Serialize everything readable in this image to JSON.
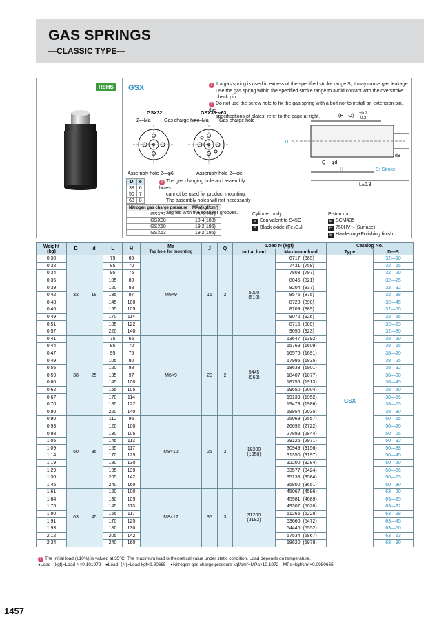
{
  "header": {
    "title": "GAS SPRINGS",
    "subtitle": "—CLASSIC TYPE—"
  },
  "badge": "RoHS",
  "product_label": "GSX",
  "notes": {
    "top1a": "If a gas spring is used in excess of the specified stroke range S, it may cause gas leakage.",
    "top1b": "Use the gas spring within the specified stroke range to avoid contact with the overstroke check pin.",
    "top2a": "Do not use the screw hole to fix the gas spring with a bolt nor to install an extension pin. the",
    "top2b": "specifications of plates, refer to the page at right.",
    "mid1": "The gas charging hole and assembly holes",
    "mid2": "cannot be used for product mounting.",
    "mid3": "The assembly holes will not necessarily be",
    "mid4": "aligned with the spanner grooves."
  },
  "drawing": {
    "gsx32": "GSX32",
    "gsx38": "GSX38～63",
    "ma2": "2—Ma",
    "ma4": "4—Ma",
    "gas_hole": "Gas charge hole",
    "asm2": "Assembly hole 2—φ6",
    "asm2b": "Assembly hole 2—φe",
    "h_o": "(H—O)",
    "tol_plus": "+0.2",
    "tol_minus": "-0.3",
    "d0": "D",
    "d0tol": "0 -0.2",
    "j": "J",
    "q": "Q",
    "phid": "φd",
    "h": "H",
    "s_stroke": "S: Stroke",
    "l": "L±0.3",
    "d8": "d8"
  },
  "de_table": {
    "headers": [
      "D",
      "e"
    ],
    "rows": [
      [
        "38",
        "6"
      ],
      [
        "50",
        "7"
      ],
      [
        "63",
        "8"
      ]
    ]
  },
  "n2_table": {
    "headers": [
      "Nitrogen gas charge pressure",
      "MPa(kgf/cm²)"
    ],
    "rows": [
      [
        "GSX32",
        "18.7(191)"
      ],
      [
        "GSX38",
        "18.4(188)"
      ],
      [
        "GSX50",
        "19.2(196)"
      ],
      [
        "GSX63",
        "19.2(196)"
      ]
    ]
  },
  "materials": {
    "cyl_title": "Cylinder body",
    "cyl_m": "Equivalent to S45C",
    "cyl_s": "Black oxide (Fe₃O₄)",
    "rod_title": "Piston rod",
    "rod_m": "SCM435",
    "rod_h": "750HV～(Surface)",
    "rod_s": "Hardening+Polishing finish"
  },
  "table": {
    "headers": {
      "weight": "Weight",
      "weight_unit": "(kg)",
      "D": "D",
      "d": "d",
      "L": "L",
      "H": "H",
      "Ma": "Ma",
      "Ma_sub": "Tap hole for mounting",
      "J": "J",
      "Q": "Q",
      "load": "Load N (kgf)",
      "initial": "Initial load",
      "max": "Maximum load",
      "catalog": "Catalog No.",
      "type": "Type",
      "ds": "D—S"
    },
    "type_value": "GSX",
    "groups": [
      {
        "D": "32",
        "d": "18",
        "Ma": "M6×9",
        "J": "15",
        "Q": "2",
        "initial": "5000",
        "initial_kgf": "(510)",
        "rows": [
          [
            "0.30",
            "75",
            "65",
            "6717",
            "(685)",
            "32—10"
          ],
          [
            "0.32",
            "85",
            "70",
            "7431",
            "(758)",
            "32—15"
          ],
          [
            "0.34",
            "95",
            "75",
            "7808",
            "(797)",
            "32—20"
          ],
          [
            "0.35",
            "105",
            "80",
            "8045",
            "(821)",
            "32—25"
          ],
          [
            "0.39",
            "120",
            "88",
            "8204",
            "(837)",
            "32—32"
          ],
          [
            "0.42",
            "135",
            "97",
            "8575",
            "(875)",
            "32—38"
          ],
          [
            "0.43",
            "145",
            "100",
            "8728",
            "(890)",
            "32—45"
          ],
          [
            "0.45",
            "155",
            "105",
            "8709",
            "(889)",
            "32—50"
          ],
          [
            "0.49",
            "170",
            "114",
            "9072",
            "(926)",
            "32—56"
          ],
          [
            "0.51",
            "185",
            "122",
            "8716",
            "(889)",
            "32—63"
          ],
          [
            "0.57",
            "220",
            "140",
            "9050",
            "(923)",
            "32—80"
          ]
        ]
      },
      {
        "D": "38",
        "d": "25",
        "Ma": "M6×9",
        "J": "20",
        "Q": "2",
        "initial": "9445",
        "initial_kgf": "(963)",
        "rows": [
          [
            "0.41",
            "75",
            "65",
            "13647",
            "(1392)",
            "38—10"
          ],
          [
            "0.44",
            "85",
            "70",
            "15769",
            "(1609)",
            "38—15"
          ],
          [
            "0.47",
            "95",
            "75",
            "16576",
            "(1691)",
            "38—20"
          ],
          [
            "0.49",
            "105",
            "80",
            "17995",
            "(1835)",
            "38—25"
          ],
          [
            "0.55",
            "120",
            "88",
            "18633",
            "(1901)",
            "38—32"
          ],
          [
            "0.59",
            "135",
            "97",
            "18407",
            "(1877)",
            "38—38"
          ],
          [
            "0.60",
            "145",
            "100",
            "18756",
            "(1913)",
            "38—45"
          ],
          [
            "0.62",
            "155",
            "105",
            "19650",
            "(2004)",
            "38—50"
          ],
          [
            "0.67",
            "170",
            "114",
            "19139",
            "(1952)",
            "38—56"
          ],
          [
            "0.70",
            "185",
            "122",
            "19473",
            "(1986)",
            "38—63"
          ],
          [
            "0.80",
            "220",
            "140",
            "19954",
            "(2035)",
            "38—80"
          ]
        ]
      },
      {
        "D": "50",
        "d": "35",
        "Ma": "M8×12",
        "J": "25",
        "Q": "3",
        "initial": "19200",
        "initial_kgf": "(1958)",
        "rows": [
          [
            "0.90",
            "110",
            "95",
            "25069",
            "(2557)",
            "50—15"
          ],
          [
            "0.93",
            "120",
            "100",
            "26692",
            "(2722)",
            "50—20"
          ],
          [
            "0.98",
            "130",
            "105",
            "27889",
            "(2844)",
            "50—25"
          ],
          [
            "1.05",
            "145",
            "113",
            "29126",
            "(2971)",
            "50—32"
          ],
          [
            "1.09",
            "155",
            "117",
            "30949",
            "(3156)",
            "50—38"
          ],
          [
            "1.14",
            "170",
            "125",
            "31350",
            "(3197)",
            "50—45"
          ],
          [
            "1.19",
            "180",
            "130",
            "32200",
            "(3284)",
            "50—50"
          ],
          [
            "1.29",
            "195",
            "139",
            "33577",
            "(3424)",
            "50—56"
          ],
          [
            "1.30",
            "205",
            "142",
            "35138",
            "(3584)",
            "50—63"
          ],
          [
            "1.45",
            "240",
            "160",
            "35800",
            "(3651)",
            "50—80"
          ]
        ]
      },
      {
        "D": "63",
        "d": "45",
        "Ma": "M8×12",
        "J": "35",
        "Q": "3",
        "initial": "31200",
        "initial_kgf": "(3182)",
        "rows": [
          [
            "1.61",
            "120",
            "100",
            "45067",
            "(4596)",
            "63—20"
          ],
          [
            "1.64",
            "130",
            "105",
            "45981",
            "(4689)",
            "63—25"
          ],
          [
            "1.75",
            "145",
            "113",
            "49307",
            "(5028)",
            "63—32"
          ],
          [
            "1.80",
            "155",
            "117",
            "51265",
            "(5228)",
            "63—38"
          ],
          [
            "1.91",
            "170",
            "125",
            "53660",
            "(5472)",
            "63—45"
          ],
          [
            "1.93",
            "180",
            "130",
            "54446",
            "(5552)",
            "63—50"
          ],
          [
            "2.12",
            "205",
            "142",
            "57534",
            "(5867)",
            "63—63"
          ],
          [
            "2.34",
            "240",
            "160",
            "58620",
            "(5978)",
            "63—80"
          ]
        ]
      }
    ]
  },
  "footnotes": {
    "f1": "The initial load (±10%) is valued at 35°C. The maximum load is theoretical value under static condition. Load depends on temperature.",
    "f2": "●Load（kgf)=Load N×0.101972　●Load（N)=Load kgf×9.80665　●Nitrogen gas charge pressure  kgf/cm²=MPa×10.1972　MPa=kgf/cm²×0.0980665"
  },
  "page_number": "1457",
  "colors": {
    "accent": "#2a8fc4",
    "header_bg": "#d9dadb",
    "table_head": "#cfe3ef",
    "group_bg": "#ddedf5",
    "rohs": "#3e9a3e"
  }
}
